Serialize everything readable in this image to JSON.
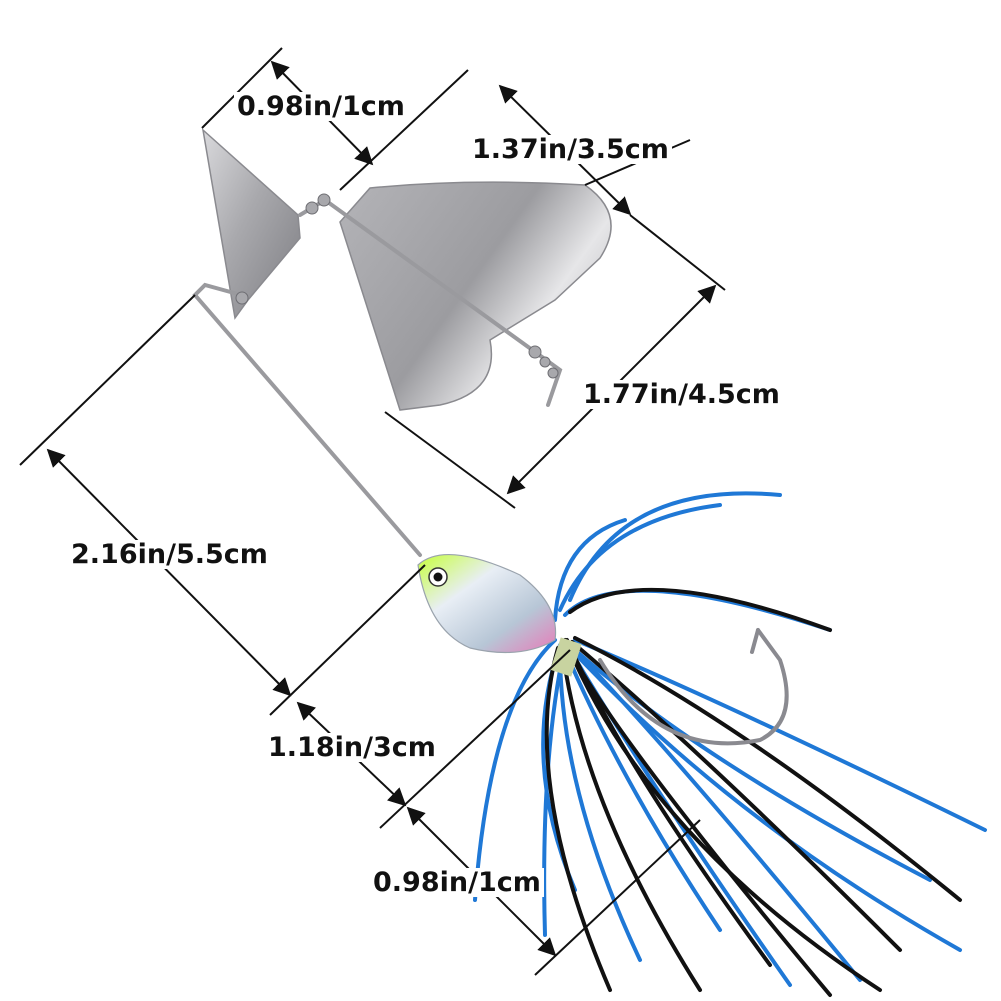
{
  "dimensions": [
    {
      "id": "blade-small-width",
      "label": "0.98in/1cm"
    },
    {
      "id": "blade-large-width",
      "label": "1.37in/3.5cm"
    },
    {
      "id": "blade-large-length",
      "label": "1.77in/4.5cm"
    },
    {
      "id": "wire-arm-length",
      "label": "2.16in/5.5cm"
    },
    {
      "id": "head-length",
      "label": "1.18in/3cm"
    },
    {
      "id": "skirt-width",
      "label": "0.98in/1cm"
    }
  ],
  "colors": {
    "skirt_blue": "#1f78d6",
    "skirt_black": "#111111",
    "blade_silver": "#b9b9bd",
    "head_green": "#c6ff3a",
    "head_pink": "#e77bb8"
  }
}
